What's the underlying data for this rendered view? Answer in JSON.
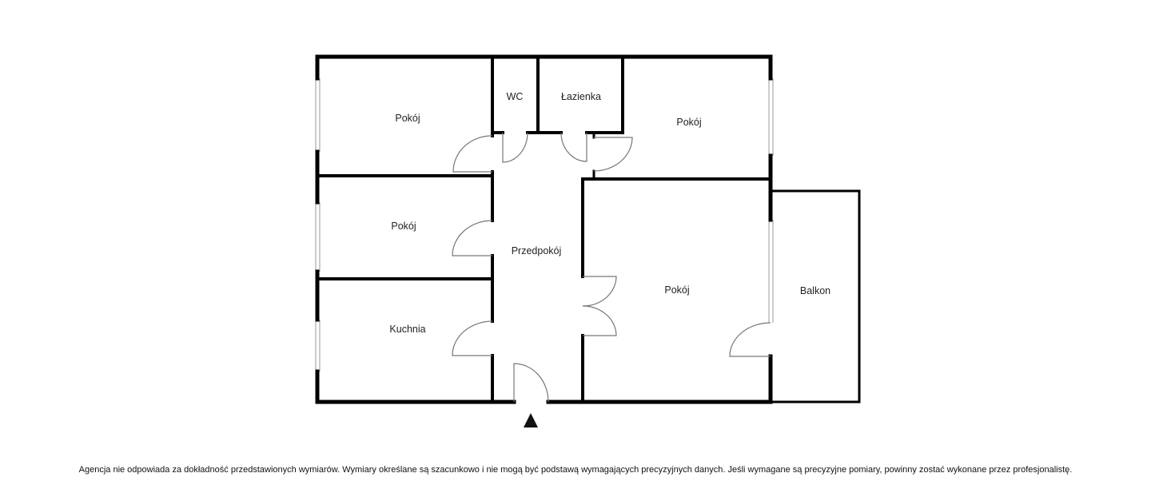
{
  "rooms": {
    "pokoj_top_left": "Pokój",
    "wc": "WC",
    "lazienka": "Łazienka",
    "pokoj_top_right": "Pokój",
    "pokoj_middle_left": "Pokój",
    "przedpokoj": "Przedpokój",
    "pokoj_large": "Pokój",
    "balkon": "Balkon",
    "kuchnia": "Kuchnia"
  },
  "entrance_marker": "entrance-arrow-icon",
  "colors": {
    "wall": "#000000",
    "door": "#777777",
    "text": "#222222"
  },
  "disclaimer": "Agencja nie odpowiada za dokładność przedstawionych wymiarów. Wymiary określane są szacunkowo i nie mogą być podstawą wymagających precyzyjnych danych. Jeśli wymagane są precyzyjne pomiary, powinny zostać wykonane przez profesjonalistę."
}
